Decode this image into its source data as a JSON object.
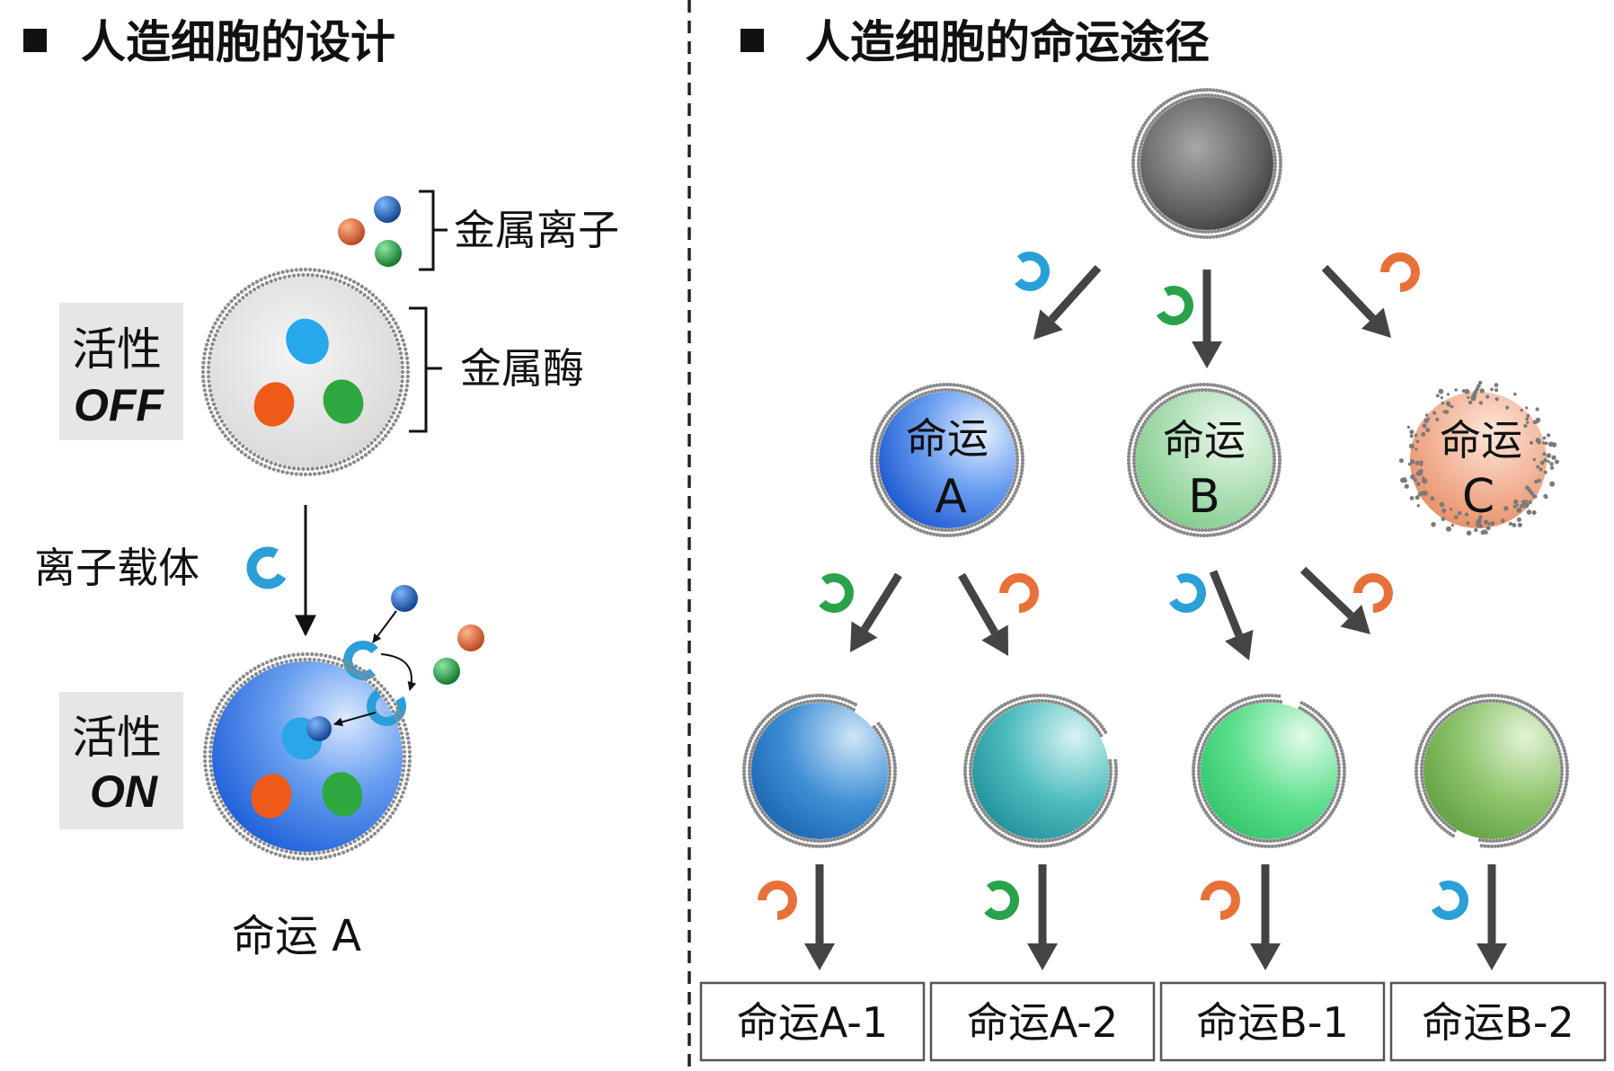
{
  "left_panel": {
    "heading": "人造细胞的设计",
    "labels": {
      "metal_ions": "金属离子",
      "metalloenzyme": "金属酶",
      "ionophore": "离子载体"
    },
    "status_off": {
      "line1": "活性",
      "line2": "OFF"
    },
    "status_on": {
      "line1": "活性",
      "line2": "ON"
    },
    "caption": "命运 A"
  },
  "right_panel": {
    "heading": "人造细胞的命运途径",
    "cells": {
      "a": {
        "line1": "命运",
        "line2": "A"
      },
      "b": {
        "line1": "命运",
        "line2": "B"
      },
      "c": {
        "line1": "命运",
        "line2": "C"
      }
    },
    "fate_boxes": [
      "命运A-1",
      "命运A-2",
      "命运B-1",
      "命运B-2"
    ]
  },
  "colors": {
    "ion_blue": "#1f5fb0",
    "ion_orange": "#e0602a",
    "ion_green": "#1e9a3a",
    "ionophore_blue": "#2a9fd8",
    "ionophore_green": "#2aa24a",
    "ionophore_orange": "#e8713a",
    "arrow": "#444444",
    "cell_a": "#3d7fe0",
    "cell_b": "#8fd39a",
    "cell_c": "#f0a080"
  }
}
